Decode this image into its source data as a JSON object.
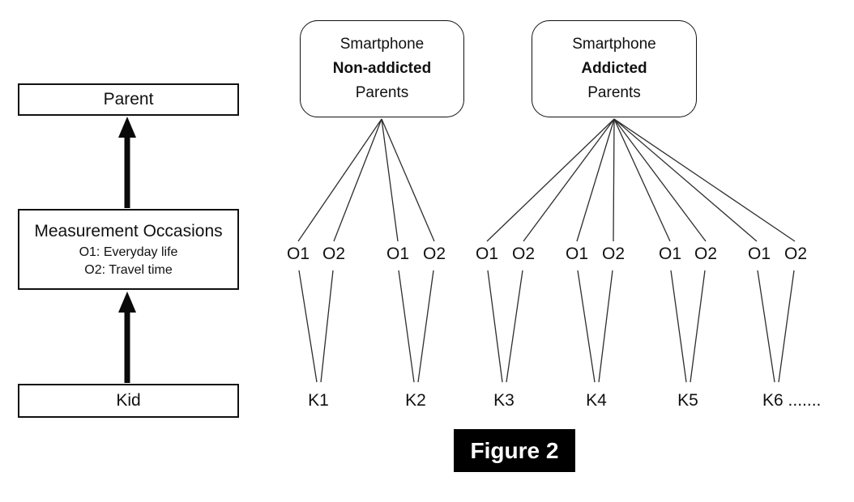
{
  "colors": {
    "line": "#2d2d2d",
    "arrow": "#0a0a0a",
    "caption_bg": "#000000",
    "caption_text": "#ffffff"
  },
  "left_panel": {
    "parent_box_label": "Parent",
    "occasions_box": {
      "title": "Measurement Occasions",
      "o1_desc": "O1: Everyday life",
      "o2_desc": "O2: Travel time"
    },
    "kid_box_label": "Kid"
  },
  "groups": [
    {
      "line1": "Smartphone",
      "line2": "Non-addicted",
      "line3": "Parents"
    },
    {
      "line1": "Smartphone",
      "line2": "Addicted",
      "line3": "Parents"
    }
  ],
  "occasion_pairs": [
    {
      "o1": "O1",
      "o2": "O2"
    },
    {
      "o1": "O1",
      "o2": "O2"
    },
    {
      "o1": "O1",
      "o2": "O2"
    },
    {
      "o1": "O1",
      "o2": "O2"
    },
    {
      "o1": "O1",
      "o2": "O2"
    },
    {
      "o1": "O1",
      "o2": "O2"
    }
  ],
  "kids": [
    "K1",
    "K2",
    "K3",
    "K4",
    "K5",
    "K6 ......."
  ],
  "figure": {
    "caption": "Figure 2"
  }
}
